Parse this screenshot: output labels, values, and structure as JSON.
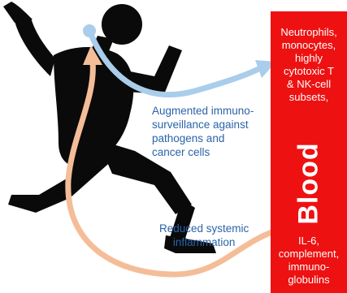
{
  "panel": {
    "label": "Blood",
    "top_text": "Neutrophils,\nmonocytes,\nhighly\ncytotoxic T\n& NK-cell\nsubsets,",
    "bottom_text": "IL-6,\ncomplement,\nimmuno-\nglobulins"
  },
  "arrows": {
    "immunosurveillance": "Augmented immuno-\nsurveillance against\npathogens and\ncancer cells",
    "inflammation": "Reduced systemic\ninflammation"
  },
  "colors": {
    "panel": "#ee1111",
    "immuno_arrow": "#a9cdea",
    "inflammation_arrow": "#f4bd98",
    "caption": "#2b63a8",
    "runner": "#0a0a0a"
  }
}
